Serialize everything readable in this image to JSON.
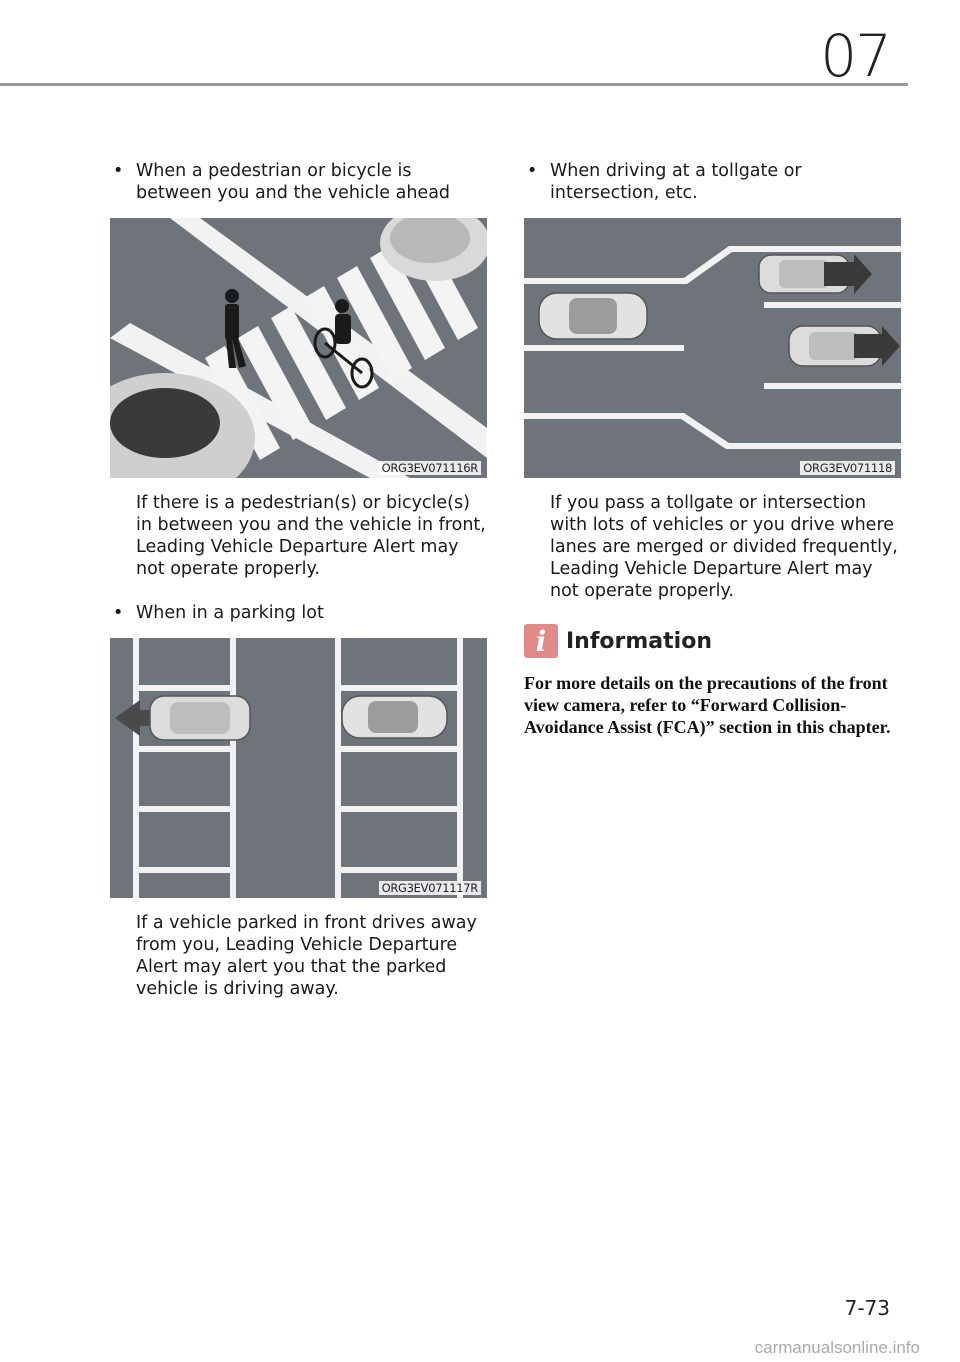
{
  "header": {
    "chapter": "07"
  },
  "left": {
    "bullet1": "When a pedestrian or bicycle is between you and the vehicle ahead",
    "fig1_code": "ORG3EV071116R",
    "para1": "If there is a pedestrian(s) or bicycle(s) in between you and the vehicle in front, Leading Vehicle Departure Alert may not operate properly.",
    "bullet2": "When in a parking lot",
    "fig2_code": "ORG3EV071117R",
    "para2": "If a vehicle parked in front drives away from you, Leading Vehicle Departure Alert may alert you that the parked vehicle is driving away."
  },
  "right": {
    "bullet1": "When driving at a tollgate or intersection, etc.",
    "fig3_code": "ORG3EV071118",
    "para1": "If you pass a tollgate or intersection with lots of vehicles or you drive where lanes are merged or divided frequently, Leading Vehicle Departure Alert may not operate properly.",
    "info_title": "Information",
    "info_body": "For more details on the precautions of the front view camera, refer to “Forward Collision-Avoidance Assist (FCA)” section in this chapter."
  },
  "bullet_glyph": "•",
  "info_glyph": "i",
  "footer": {
    "page": "7-73",
    "watermark": "carmanualsonline.info"
  }
}
